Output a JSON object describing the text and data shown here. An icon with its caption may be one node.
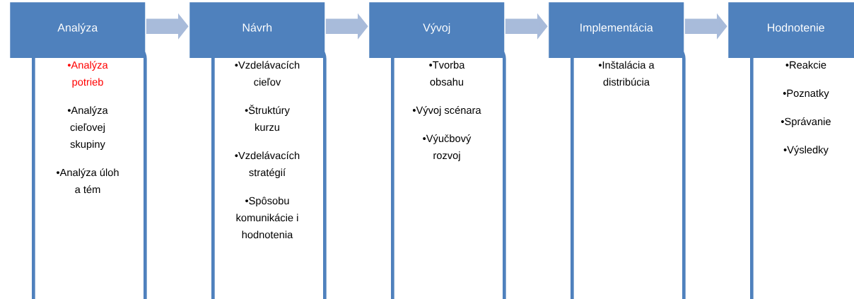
{
  "diagram": {
    "nodes": [
      {
        "text": [
          "Analýza"
        ]
      },
      {
        "text": [
          "•Analýza potrieb",
          "•Analýza cieľovej skupiny",
          "•Analýza úloh a tém"
        ]
      },
      {
        "text": [
          "Návrh"
        ]
      },
      {
        "text": [
          "•Vzdelávacích cieľov",
          "•Štruktúry kurzu",
          "•Vzdelávacích stratégií",
          "•Spôsobu komunikácie i hodnotenia"
        ]
      },
      {
        "text": [
          "Vývoj"
        ]
      },
      {
        "text": [
          "•Tvorba obsahu",
          "•Vývoj scénara",
          "•Výučbový rozvoj"
        ]
      },
      {
        "text": [
          "Implementácia"
        ]
      },
      {
        "text": [
          "•Inštalácia a distribúcia"
        ]
      },
      {
        "text": [
          "Hodnotenie"
        ]
      },
      {
        "text": [
          "•Reakcie",
          "•Poznatky",
          "•Správanie",
          "•Výsledky"
        ]
      }
    ],
    "edges": [
      {
        "from": 0,
        "to": 2,
        "arrow": "to"
      },
      {
        "from": 2,
        "to": 4,
        "arrow": "to"
      },
      {
        "from": 4,
        "to": 6,
        "arrow": "to"
      },
      {
        "from": 6,
        "to": 8,
        "arrow": "to"
      }
    ]
  }
}
